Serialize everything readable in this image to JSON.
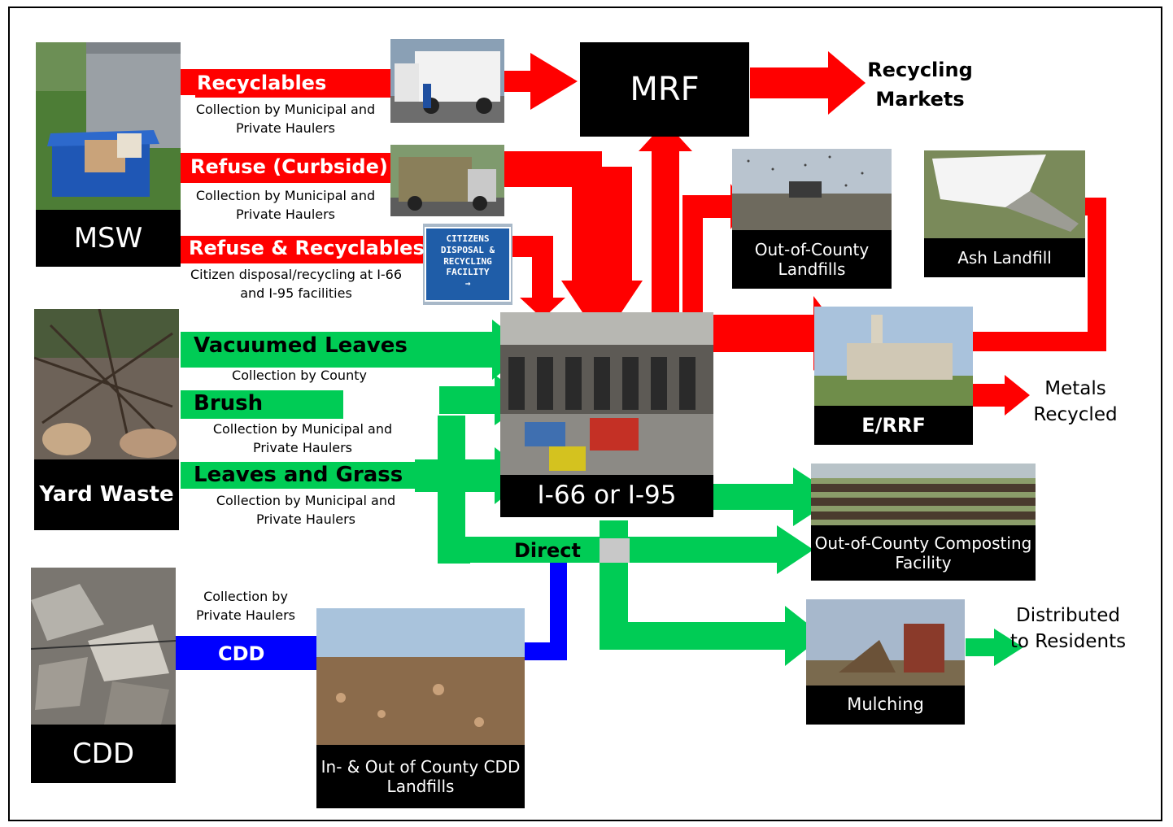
{
  "sources": {
    "msw": "MSW",
    "yard_waste": "Yard Waste",
    "cdd": "CDD"
  },
  "hub": {
    "label": "I-66 or I-95"
  },
  "flows": {
    "recyclables": {
      "label": "Recyclables",
      "sub": "Collection by Municipal and Private Haulers",
      "color": "#FF0000"
    },
    "refuse_curbside": {
      "label": "Refuse (Curbside)",
      "sub": "Collection by Municipal and Private Haulers",
      "color": "#FF0000"
    },
    "refuse_recyclables": {
      "label": "Refuse & Recyclables",
      "sub": "Citizen disposal/recycling at I-66 and I-95 facilities",
      "color": "#FF0000"
    },
    "vacuumed_leaves": {
      "label": "Vacuumed Leaves",
      "sub": "Collection by County",
      "color": "#00CC55"
    },
    "brush": {
      "label": "Brush",
      "sub": "Collection by Municipal and Private Haulers",
      "color": "#00CC55"
    },
    "leaves_grass": {
      "label": "Leaves and Grass",
      "sub": "Collection by Municipal and Private Haulers",
      "color": "#00CC55"
    },
    "direct": {
      "label": "Direct",
      "color": "#00CC55"
    },
    "cdd": {
      "label": "CDD",
      "sub": "Collection by Private Haulers",
      "color": "#0000FF"
    }
  },
  "sign": {
    "line1": "CITIZENS",
    "line2": "DISPOSAL &",
    "line3": "RECYCLING",
    "line4": "FACILITY",
    "arrow": "→"
  },
  "destinations": {
    "mrf": "MRF",
    "out_of_county_landfills": "Out-of-County Landfills",
    "ash_landfill": "Ash Landfill",
    "errf": "E/RRF",
    "composting": "Out-of-County Composting Facility",
    "mulching": "Mulching",
    "cdd_landfills": "In- & Out of County CDD Landfills"
  },
  "outcomes": {
    "recycling_markets": "Recycling Markets",
    "metals_recycled": "Metals Recycled",
    "distributed": "Distributed to Residents"
  }
}
